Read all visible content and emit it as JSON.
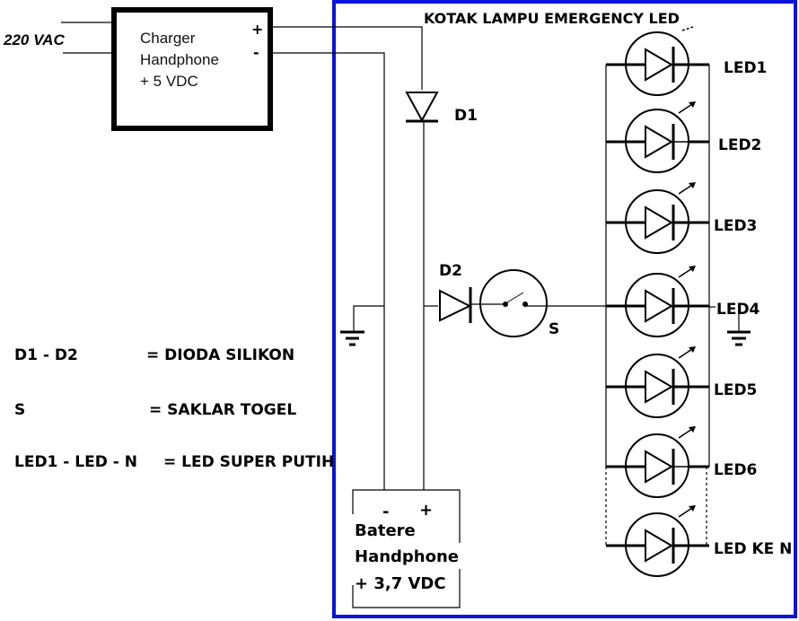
{
  "title": "KOTAK LAMPU EMERGENCY LED",
  "input_voltage": "220 VAC",
  "charger": {
    "lines": [
      "Charger",
      "Handphone",
      "+ 5 VDC"
    ],
    "plus": "+",
    "minus": "-"
  },
  "components": {
    "d1": "D1",
    "d2": "D2",
    "switch": "S"
  },
  "leds": [
    "LED1",
    "LED2",
    "LED3",
    "LED4",
    "LED5",
    "LED6",
    "LED KE N"
  ],
  "battery": {
    "minus": "-",
    "plus": "+",
    "lines": [
      "Batere",
      "Handphone",
      "+ 3,7  VDC"
    ]
  },
  "legend": [
    {
      "key": "D1 - D2",
      "value": "= DIODA SILIKON"
    },
    {
      "key": "S",
      "value": "= SAKLAR TOGEL"
    },
    {
      "key": "LED1 - LED - N",
      "value": "= LED SUPER PUTIH"
    }
  ],
  "colors": {
    "enclosure": "#0a14d8",
    "wire": "#000000"
  }
}
